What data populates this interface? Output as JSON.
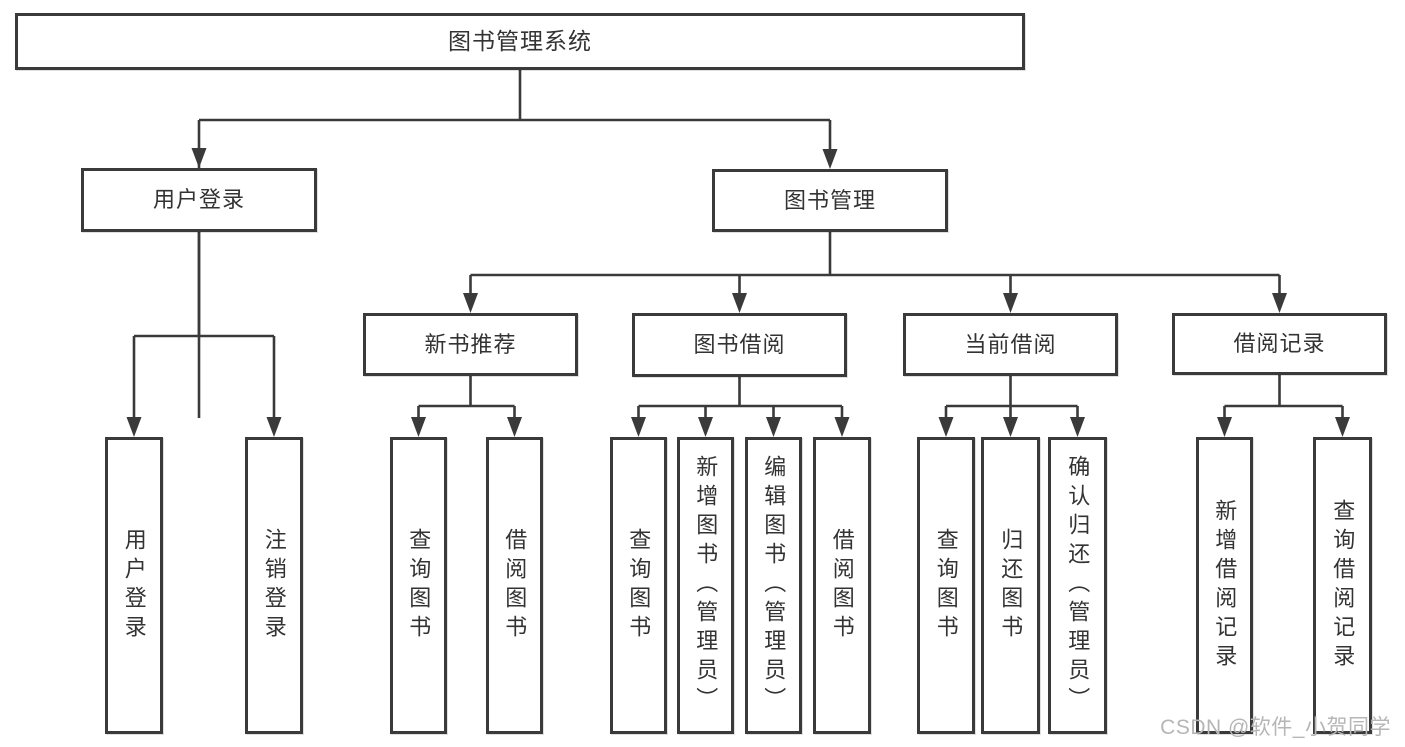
{
  "diagram": {
    "title": "图书管理系统",
    "level2": [
      {
        "id": "user-login",
        "label": "用户登录"
      },
      {
        "id": "book-management",
        "label": "图书管理"
      }
    ],
    "level3": [
      {
        "id": "new-book-recommend",
        "label": "新书推荐"
      },
      {
        "id": "book-borrowing",
        "label": "图书借阅"
      },
      {
        "id": "current-borrowing",
        "label": "当前借阅"
      },
      {
        "id": "borrowing-records",
        "label": "借阅记录"
      }
    ],
    "leaves": [
      {
        "id": "user-login-leaf",
        "label": "用户登录"
      },
      {
        "id": "logout",
        "label": "注销登录"
      },
      {
        "id": "query-books-1",
        "label": "查询图书"
      },
      {
        "id": "borrow-books-1",
        "label": "借阅图书"
      },
      {
        "id": "query-books-2",
        "label": "查询图书"
      },
      {
        "id": "add-book-admin",
        "label": "新增图书（管理员）"
      },
      {
        "id": "edit-book-admin",
        "label": "编辑图书（管理员）"
      },
      {
        "id": "borrow-books-2",
        "label": "借阅图书"
      },
      {
        "id": "query-books-3",
        "label": "查询图书"
      },
      {
        "id": "return-book",
        "label": "归还图书"
      },
      {
        "id": "confirm-return-admin",
        "label": "确认归还（管理员）"
      },
      {
        "id": "add-borrow-record",
        "label": "新增借阅记录"
      },
      {
        "id": "query-borrow-record",
        "label": "查询借阅记录"
      }
    ]
  },
  "watermark": {
    "text": "CSDN @软件_小贺同学"
  },
  "colors": {
    "line": "#3a3a3a",
    "text": "#333333",
    "watermark": "#b6b6b6",
    "background": "#ffffff"
  }
}
